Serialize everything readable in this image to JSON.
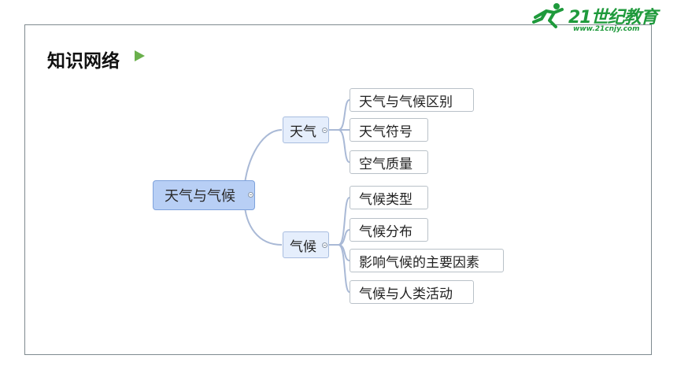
{
  "logo": {
    "brand": "21世纪教育",
    "url": "www.21cnjy.com",
    "color": "#1f9a3c"
  },
  "slide": {
    "title": "知识网络",
    "title_arrow_icon": "play-triangle-icon"
  },
  "mindmap": {
    "root": "天气与气候",
    "branches": [
      {
        "label": "天气",
        "children": [
          "天气与气候区别",
          "天气符号",
          "空气质量"
        ]
      },
      {
        "label": "气候",
        "children": [
          "气候类型",
          "气候分布",
          "影响气候的主要因素",
          "气候与人类活动"
        ]
      }
    ]
  },
  "colors": {
    "root_fill": "#b8cff5",
    "branch_fill": "#e5eefc",
    "connector": "#a9b9d6",
    "title_arrow": "#6ab04c"
  }
}
